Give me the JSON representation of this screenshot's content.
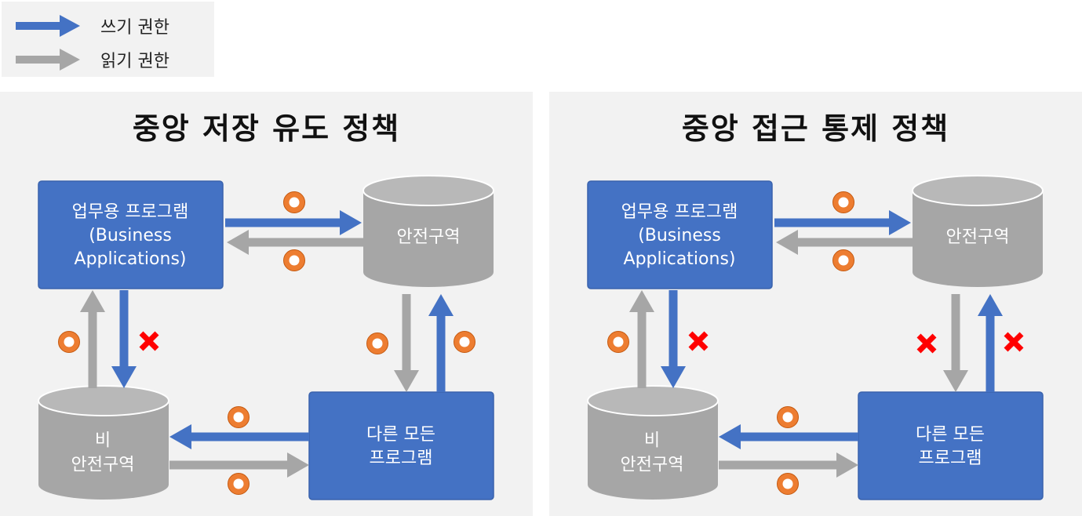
{
  "legend": {
    "write": {
      "label": "쓰기 권한",
      "color": "#4472c4"
    },
    "read": {
      "label": "읽기 권한",
      "color": "#a6a6a6"
    }
  },
  "panels": [
    {
      "title": "중앙 저장 유도 정책",
      "business_app": [
        "업무용 프로그램",
        "(Business",
        "Applications)"
      ],
      "safe_zone": [
        "안전구역"
      ],
      "unsafe_zone": [
        "비",
        "안전구역"
      ],
      "other_programs": [
        "다른 모든",
        "프로그램"
      ],
      "marks": {
        "app_to_safe_write": "allowed",
        "safe_to_app_read": "allowed",
        "app_to_unsafe_write": "denied",
        "unsafe_to_app_read": "allowed",
        "safe_to_other_read": "allowed",
        "other_to_safe_write": "allowed",
        "other_to_unsafe_write": "allowed",
        "unsafe_to_other_read": "allowed"
      }
    },
    {
      "title": "중앙 접근 통제 정책",
      "business_app": [
        "업무용 프로그램",
        "(Business",
        "Applications)"
      ],
      "safe_zone": [
        "안전구역"
      ],
      "unsafe_zone": [
        "비",
        "안전구역"
      ],
      "other_programs": [
        "다른 모든",
        "프로그램"
      ],
      "marks": {
        "app_to_safe_write": "allowed",
        "safe_to_app_read": "allowed",
        "app_to_unsafe_write": "denied",
        "unsafe_to_app_read": "allowed",
        "safe_to_other_read": "denied",
        "other_to_safe_write": "denied",
        "other_to_unsafe_write": "allowed",
        "unsafe_to_other_read": "allowed"
      }
    }
  ],
  "colors": {
    "write": "#4472c4",
    "read": "#a6a6a6",
    "box": "#4472c4",
    "cylinder": "#a6a6a6",
    "allowed": "#ed7d31",
    "denied": "#ff0000"
  }
}
